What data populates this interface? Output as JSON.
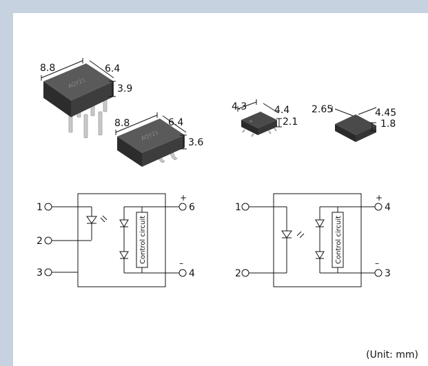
{
  "packages": {
    "dip6": {
      "length": "8.8",
      "width": "6.4",
      "height": "3.9"
    },
    "smd6": {
      "length": "8.8",
      "width": "6.4",
      "height": "3.6"
    },
    "sop4_small": {
      "length": "4.3",
      "width": "4.4",
      "height": "2.1"
    },
    "sop4_large": {
      "length": "2.65",
      "width": "4.45",
      "height": "1.8"
    }
  },
  "circuit6": {
    "pins": {
      "p1": "1",
      "p2": "2",
      "p3": "3",
      "p6": "6",
      "p4": "4"
    },
    "plus": "+",
    "minus": "–",
    "control_label": "Control circuit"
  },
  "circuit4": {
    "pins": {
      "p1": "1",
      "p2": "2",
      "p4": "4",
      "p3": "3"
    },
    "plus": "+",
    "minus": "–",
    "control_label": "Control circuit"
  },
  "unit_note": "(Unit: mm)",
  "colors": {
    "border": "#c6d2e0",
    "package_body": "#3a3a3a",
    "leads": "#bfbfbf"
  }
}
